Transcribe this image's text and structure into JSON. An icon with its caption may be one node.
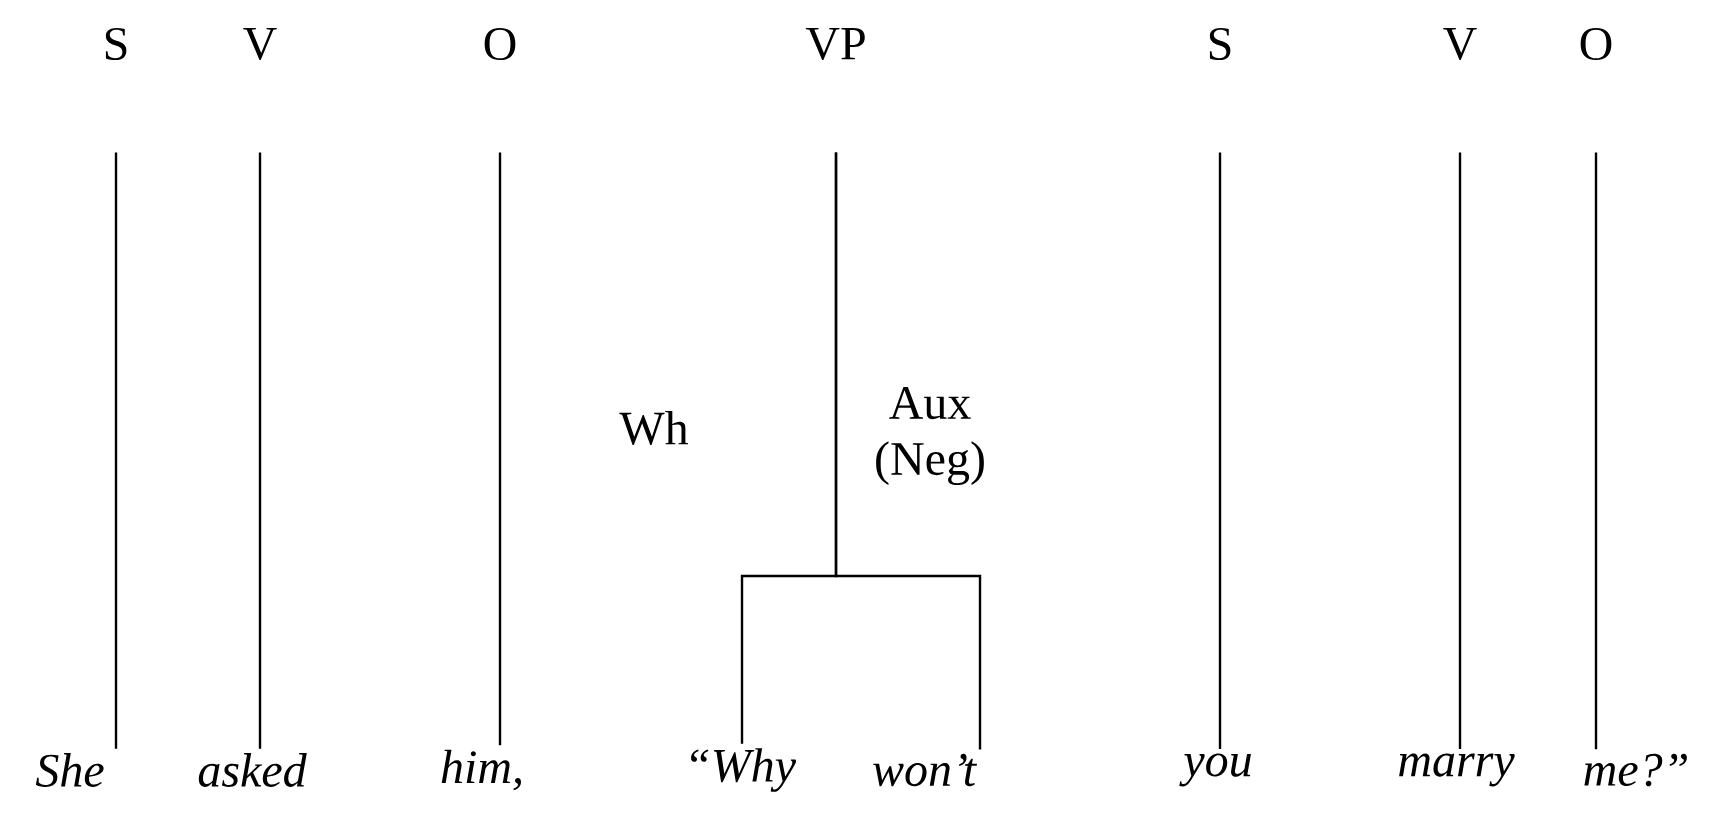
{
  "diagram": {
    "nodes": [
      {
        "text": [
          "S"
        ]
      },
      {
        "text": [
          "V"
        ]
      },
      {
        "text": [
          "O"
        ]
      },
      {
        "text": [
          "VP"
        ]
      },
      {
        "text": [
          "S"
        ]
      },
      {
        "text": [
          "V"
        ]
      },
      {
        "text": [
          "O"
        ]
      },
      {
        "text": [
          "She"
        ]
      },
      {
        "text": [
          "asked"
        ]
      },
      {
        "text": [
          "him,"
        ]
      },
      {
        "text": [
          "“Why"
        ]
      },
      {
        "text": [
          "won’t"
        ]
      },
      {
        "text": [
          "you"
        ]
      },
      {
        "text": [
          "marry"
        ]
      },
      {
        "text": [
          "me?”"
        ]
      }
    ],
    "edges": [
      {
        "from": 0,
        "to": 7,
        "arrow": "none"
      },
      {
        "from": 1,
        "to": 8,
        "arrow": "none"
      },
      {
        "from": 2,
        "to": 9,
        "arrow": "none"
      },
      {
        "from": 3,
        "to": 10,
        "arrow": "none"
      },
      {
        "from": 3,
        "to": 11,
        "arrow": "none"
      },
      {
        "from": 4,
        "to": 12,
        "arrow": "none"
      },
      {
        "from": 5,
        "to": 13,
        "arrow": "none"
      },
      {
        "from": 6,
        "to": 14,
        "arrow": "none"
      }
    ],
    "labels": [
      "Wh",
      "Aux (Neg)"
    ]
  }
}
